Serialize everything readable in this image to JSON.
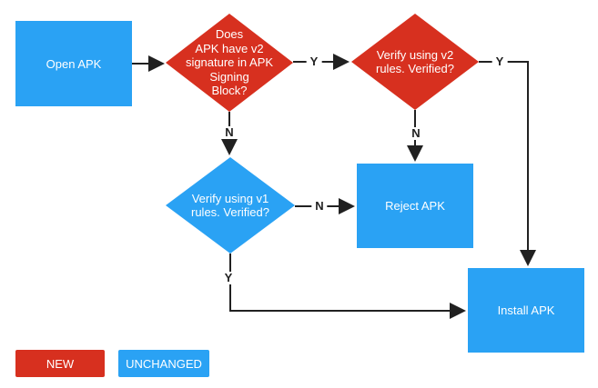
{
  "colors": {
    "new": "#D7301F",
    "unchanged": "#2AA2F4",
    "line": "#212121",
    "text_on_node": "#FFFFFF"
  },
  "nodes": {
    "open_apk": {
      "label": "Open APK"
    },
    "has_v2_signature": {
      "lines": [
        "Does",
        "APK have v2",
        "signature in APK",
        "Signing",
        "Block?"
      ]
    },
    "verify_v2": {
      "lines": [
        "Verify using v2",
        "rules. Verified?"
      ]
    },
    "verify_v1": {
      "lines": [
        "Verify using v1",
        "rules. Verified?"
      ]
    },
    "reject_apk": {
      "label": "Reject APK"
    },
    "install_apk": {
      "label": "Install APK"
    }
  },
  "edges": {
    "has_v2_yes": "Y",
    "has_v2_no": "N",
    "verify_v2_yes": "Y",
    "verify_v2_no": "N",
    "verify_v1_no": "N",
    "verify_v1_yes": "Y"
  },
  "legend": {
    "new_label": "NEW",
    "unchanged_label": "UNCHANGED"
  }
}
